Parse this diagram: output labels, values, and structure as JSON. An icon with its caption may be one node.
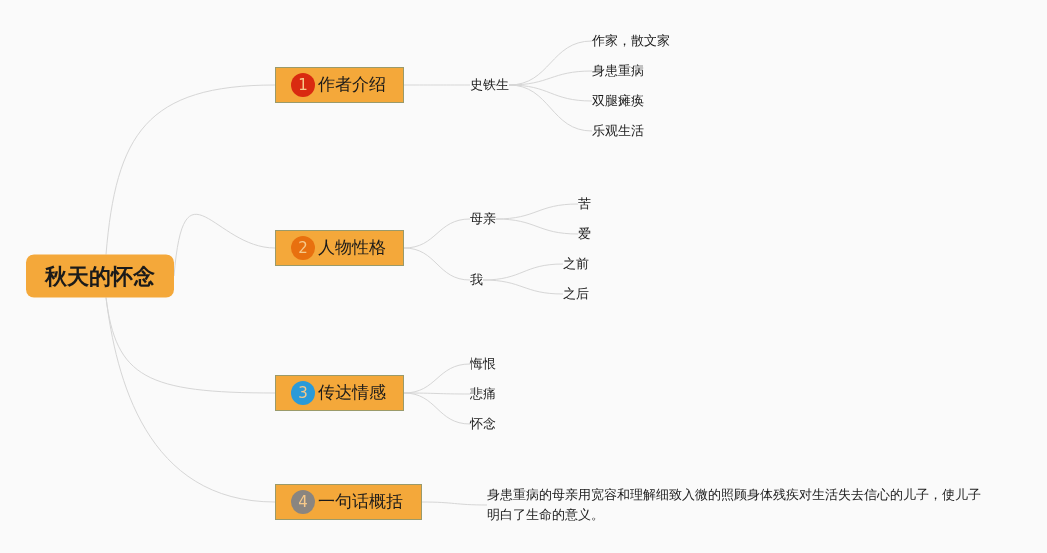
{
  "diagram": {
    "nodes": [
      {
        "text": [
          "秋天的怀念"
        ]
      },
      {
        "text": [
          "1",
          "作者介绍"
        ]
      },
      {
        "text": [
          "史铁生"
        ]
      },
      {
        "text": [
          "作家，散文家"
        ]
      },
      {
        "text": [
          "身患重病"
        ]
      },
      {
        "text": [
          "双腿瘫痪"
        ]
      },
      {
        "text": [
          "乐观生活"
        ]
      },
      {
        "text": [
          "2",
          "人物性格"
        ]
      },
      {
        "text": [
          "母亲"
        ]
      },
      {
        "text": [
          "苦"
        ]
      },
      {
        "text": [
          "爱"
        ]
      },
      {
        "text": [
          "我"
        ]
      },
      {
        "text": [
          "之前"
        ]
      },
      {
        "text": [
          "之后"
        ]
      },
      {
        "text": [
          "3",
          "传达情感"
        ]
      },
      {
        "text": [
          "悔恨"
        ]
      },
      {
        "text": [
          "悲痛"
        ]
      },
      {
        "text": [
          "怀念"
        ]
      },
      {
        "text": [
          "4",
          "一句话概括"
        ]
      },
      {
        "text": [
          "身患重病的母亲用宽容和理解细致入微的照顾身体残疾对生活失去信心的儿子，使儿子明白了生命的意义。"
        ]
      }
    ],
    "edges": [
      {
        "from": 0,
        "to": 1,
        "arrow": "none"
      },
      {
        "from": 1,
        "to": 2,
        "arrow": "none"
      },
      {
        "from": 2,
        "to": 3,
        "arrow": "none"
      },
      {
        "from": 2,
        "to": 4,
        "arrow": "none"
      },
      {
        "from": 2,
        "to": 5,
        "arrow": "none"
      },
      {
        "from": 2,
        "to": 6,
        "arrow": "none"
      },
      {
        "from": 0,
        "to": 7,
        "arrow": "none"
      },
      {
        "from": 7,
        "to": 8,
        "arrow": "none"
      },
      {
        "from": 8,
        "to": 9,
        "arrow": "none"
      },
      {
        "from": 8,
        "to": 10,
        "arrow": "none"
      },
      {
        "from": 7,
        "to": 11,
        "arrow": "none"
      },
      {
        "from": 11,
        "to": 12,
        "arrow": "none"
      },
      {
        "from": 11,
        "to": 13,
        "arrow": "none"
      },
      {
        "from": 0,
        "to": 14,
        "arrow": "none"
      },
      {
        "from": 14,
        "to": 15,
        "arrow": "none"
      },
      {
        "from": 14,
        "to": 16,
        "arrow": "none"
      },
      {
        "from": 14,
        "to": 17,
        "arrow": "none"
      },
      {
        "from": 0,
        "to": 18,
        "arrow": "none"
      },
      {
        "from": 18,
        "to": 19,
        "arrow": "none"
      }
    ]
  }
}
